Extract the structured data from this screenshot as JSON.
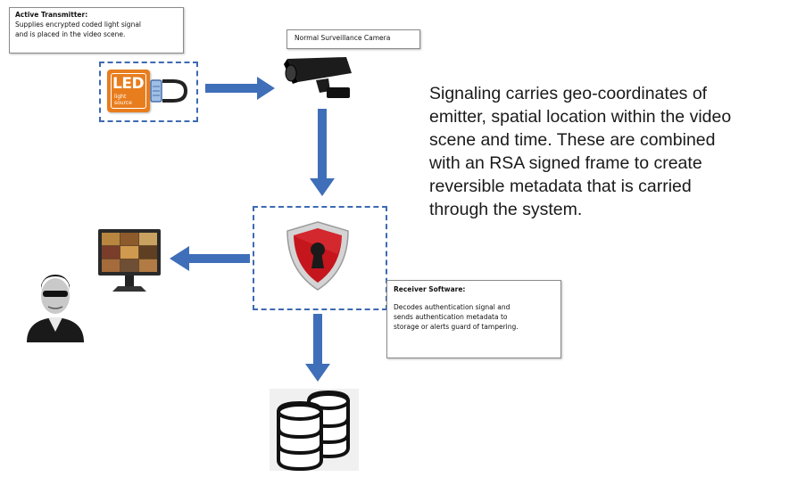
{
  "transmitter": {
    "title": "Active Transmitter:",
    "desc_lines": [
      "Supplies encrypted coded light signal",
      "and is placed in the video scene."
    ],
    "led_logo": {
      "big": "LED",
      "small1": "light",
      "small2": "source"
    }
  },
  "camera": {
    "label": "Normal Surveillance Camera"
  },
  "receiver": {
    "title": "Receiver Software:",
    "desc_lines": [
      "Decodes authentication signal and",
      "sends authentication metadata to",
      "storage or alerts guard of tampering."
    ]
  },
  "description": {
    "lines": [
      "Signaling carries geo-coordinates of",
      "emitter, spatial location within the video",
      "scene and time. These are combined",
      "with an RSA signed frame to create",
      "reversible metadata that is carried",
      "through the system."
    ]
  },
  "icons": {
    "led": "led-light-source-icon",
    "plug": "plug-icon",
    "camera": "surveillance-camera-icon",
    "shield": "security-shield-keyhole-icon",
    "monitor": "video-monitor-icon",
    "guard": "security-guard-icon",
    "database": "database-storage-icon"
  },
  "colors": {
    "arrow": "#3f6fb8",
    "dash": "#3d6ab3",
    "led_orange": "#e87d1e",
    "shield_red": "#c5161d"
  }
}
